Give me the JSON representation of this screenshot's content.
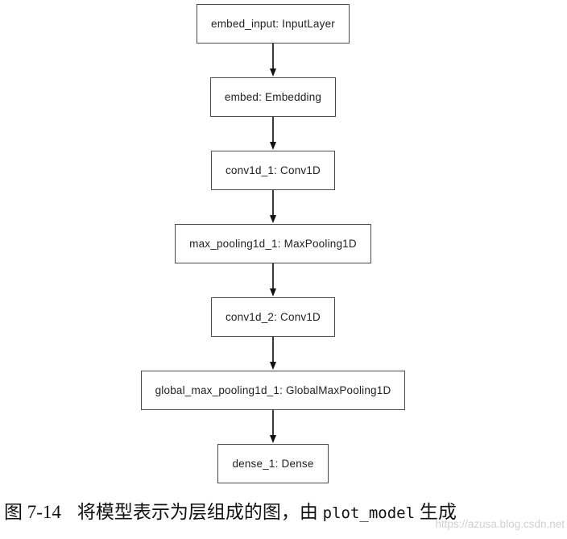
{
  "diagram": {
    "type": "flowchart",
    "direction": "top-to-bottom",
    "nodes": [
      {
        "id": "embed_input",
        "label": "embed_input: InputLayer"
      },
      {
        "id": "embed",
        "label": "embed: Embedding"
      },
      {
        "id": "conv1d_1",
        "label": "conv1d_1: Conv1D"
      },
      {
        "id": "max_pooling1d_1",
        "label": "max_pooling1d_1: MaxPooling1D"
      },
      {
        "id": "conv1d_2",
        "label": "conv1d_2: Conv1D"
      },
      {
        "id": "global_max_pooling1d_1",
        "label": "global_max_pooling1d_1: GlobalMaxPooling1D"
      },
      {
        "id": "dense_1",
        "label": "dense_1: Dense"
      }
    ],
    "edges": [
      [
        "embed_input",
        "embed"
      ],
      [
        "embed",
        "conv1d_1"
      ],
      [
        "conv1d_1",
        "max_pooling1d_1"
      ],
      [
        "max_pooling1d_1",
        "conv1d_2"
      ],
      [
        "conv1d_2",
        "global_max_pooling1d_1"
      ],
      [
        "global_max_pooling1d_1",
        "dense_1"
      ]
    ]
  },
  "caption": {
    "figure_label": "图 7-14",
    "text_before_code": "将模型表示为层组成的图，由 ",
    "code": "plot_model",
    "text_after_code": " 生成"
  },
  "watermark": "https://azusa.blog.csdn.net",
  "colors": {
    "background": "#ffffff",
    "node_border": "#4a4a4a",
    "node_fill": "#ffffff",
    "text": "#1f1f1f",
    "arrow": "#111111",
    "watermark": "#bbbbbb"
  }
}
